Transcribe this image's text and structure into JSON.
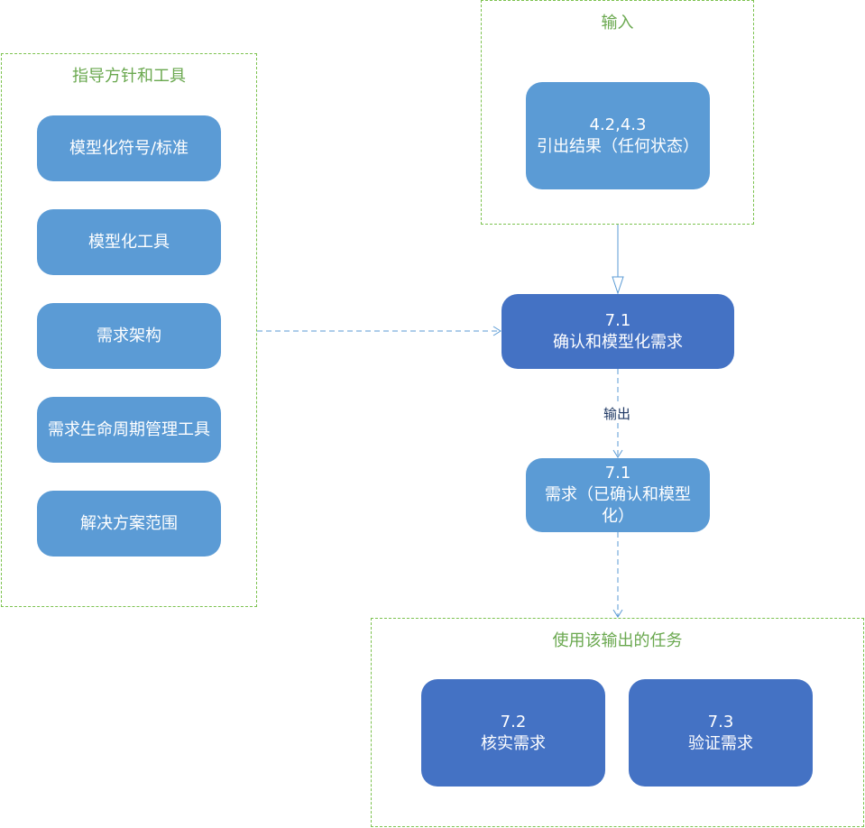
{
  "guidelines": {
    "title": "指导方针和工具",
    "items": [
      "模型化符号/标准",
      "模型化工具",
      "需求架构",
      "需求生命周期管理工具",
      "解决方案范围"
    ]
  },
  "inputs": {
    "title": "输入",
    "box": {
      "number": "4.2,4.3",
      "label": "引出结果（任何状态）"
    }
  },
  "main_task": {
    "number": "7.1",
    "label": "确认和模型化需求"
  },
  "output_edge_label": "输出",
  "output": {
    "number": "7.1",
    "label": "需求（已确认和模型化）"
  },
  "tasks": {
    "title": "使用该输出的任务",
    "items": [
      {
        "number": "7.2",
        "label": "核实需求"
      },
      {
        "number": "7.3",
        "label": "验证需求"
      }
    ]
  },
  "colors": {
    "dashed_border": "#7cc24f",
    "title_text": "#6aa84f",
    "light_box": "#5b9bd5",
    "dark_box": "#4472c4",
    "arrow": "#5b9bd5"
  }
}
